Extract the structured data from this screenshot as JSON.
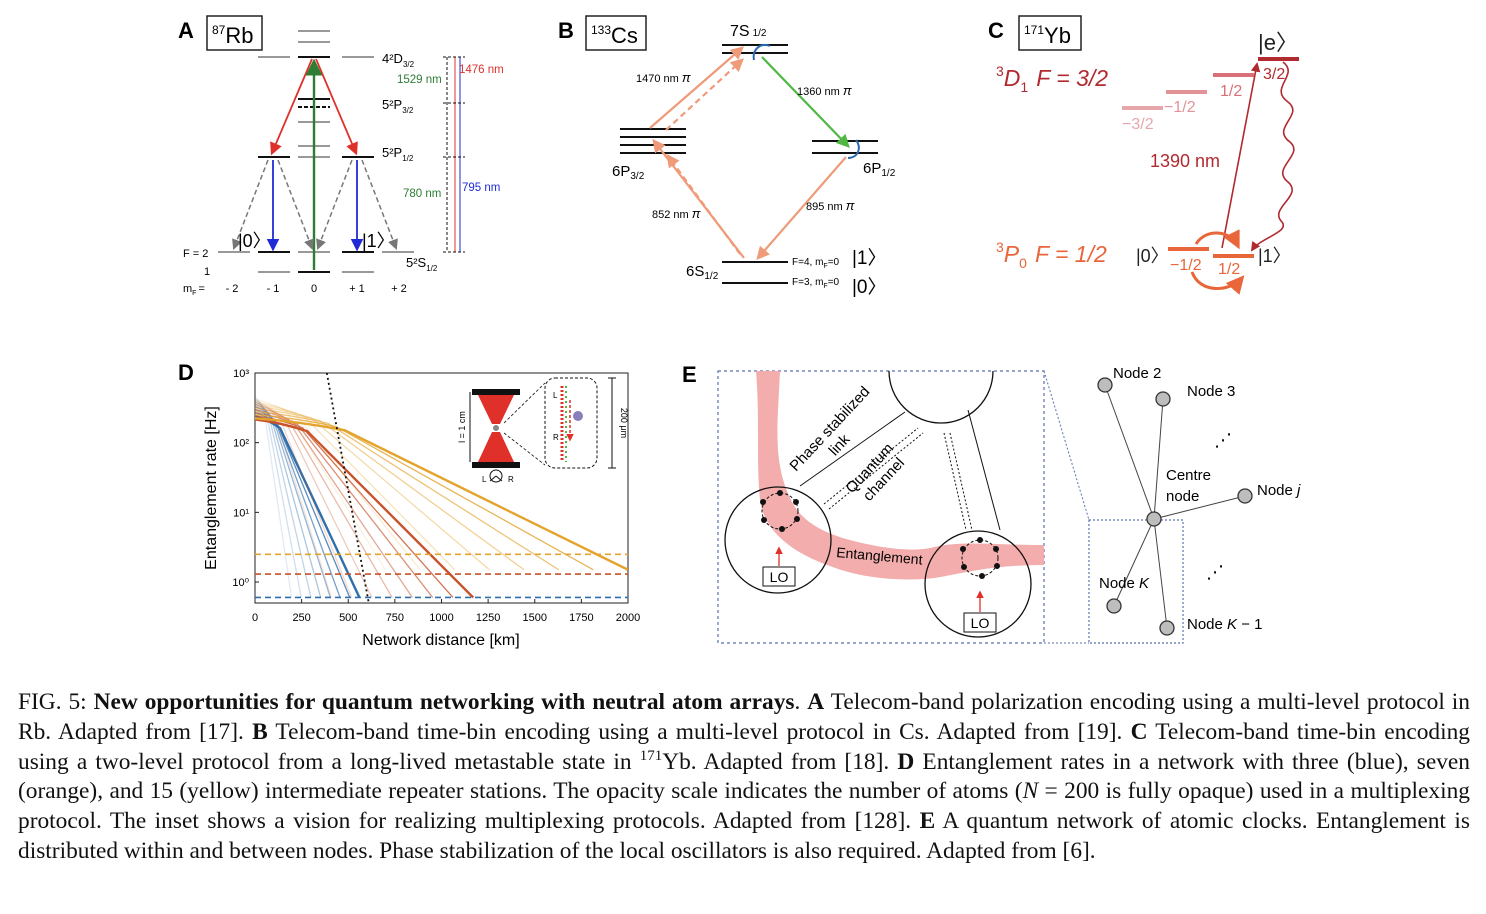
{
  "figure": {
    "panelA": {
      "letter": "A",
      "iso_mass": "87",
      "iso_symbol": "Rb",
      "label_4D": "4²D",
      "label_4D_sub": "3/2",
      "label_5P32": "5²P",
      "label_5P32_sub": "3/2",
      "label_5P12": "5²P",
      "label_5P12_sub": "1/2",
      "label_5S": "5²S",
      "label_5S_sub": "1/2",
      "wl_1529": "1529 nm",
      "wl_1476": "1476 nm",
      "wl_780": "780 nm",
      "wl_795": "795 nm",
      "ket0": "|0〉",
      "ket1": "|1〉",
      "F2": "F = 2",
      "F1": "1",
      "mF_label": "m",
      "mF_sub": "F",
      "mF_eq": "=",
      "mF_values": [
        "- 2",
        "- 1",
        "0",
        "+ 1",
        "+ 2"
      ]
    },
    "panelB": {
      "letter": "B",
      "iso_mass": "133",
      "iso_symbol": "Cs",
      "label_7S": "7S",
      "label_7S_sub": "1/2",
      "label_6P32": "6P",
      "label_6P32_sub": "3/2",
      "label_6P12": "6P",
      "label_6P12_sub": "1/2",
      "label_6S": "6S",
      "label_6S_sub": "1/2",
      "wl_1470": "1470 nm",
      "wl_1360": "1360 nm",
      "wl_852": "852 nm",
      "wl_895": "895 nm",
      "pi": "π",
      "F4": "F=4, m",
      "F4_sub": "F",
      "F4_end": "=0",
      "F3": "F=3, m",
      "F3_sub": "F",
      "F3_end": "=0",
      "ket1": "|1〉",
      "ket0": "|0〉"
    },
    "panelC": {
      "letter": "C",
      "iso_mass": "171",
      "iso_symbol": "Yb",
      "ket_e": "|e〉",
      "D1_pre": "3",
      "D1_main": "D",
      "D1_sub": "1",
      "D1_F": "F = 3/2",
      "P0_pre": "3",
      "P0_main": "P",
      "P0_sub": "0",
      "P0_F": "F = 1/2",
      "wl": "1390 nm",
      "m_m32": "−3/2",
      "m_m12": "−1/2",
      "m_12": "1/2",
      "m_32": "3/2",
      "g_m12": "−1/2",
      "g_12": "1/2",
      "ket0": "|0〉",
      "ket1": "|1〉"
    },
    "panelD": {
      "letter": "D",
      "inset_len": "l = 1 cm",
      "inset_200": "200 μm",
      "inset_L": "L",
      "inset_R": "R",
      "inset_L2": "L",
      "inset_R2": "R"
    },
    "panelE": {
      "letter": "E",
      "phase_1": "Phase stabilized",
      "phase_2": "link",
      "quantum_1": "Quantum",
      "quantum_2": "channel",
      "entanglement": "Entanglement",
      "lo": "LO",
      "node2": "Node 2",
      "node3": "Node 3",
      "centre_1": "Centre",
      "centre_2": "node",
      "nodej": "Node ",
      "nodej_it": "j",
      "nodeK": "Node ",
      "nodeK_it": "K",
      "nodeK1": "Node ",
      "nodeK1_it": "K",
      "nodeK1_end": " − 1",
      "dots": "⋰"
    }
  },
  "chart_data": {
    "type": "line",
    "title": "",
    "xlabel": "Network distance [km]",
    "ylabel": "Entanglement rate [Hz]",
    "xlim": [
      0,
      2000
    ],
    "ylog": true,
    "ylim": [
      0.5,
      1000
    ],
    "x_ticks": [
      0,
      250,
      500,
      750,
      1000,
      1250,
      1500,
      1750,
      2000
    ],
    "y_ticks": [
      "10³",
      "10²",
      "10¹",
      "10⁰"
    ],
    "y_tick_values": [
      1000,
      100,
      10,
      1
    ],
    "series": [
      {
        "color": "#2e6fad",
        "kind": "rate",
        "r0": 300,
        "end_x": 560,
        "end_y": 0.6
      },
      {
        "color": "#c8522a",
        "kind": "rate",
        "r0": 270,
        "end_x": 1170,
        "end_y": 0.6
      },
      {
        "color": "#e3a32c",
        "kind": "rate",
        "r0": 280,
        "end_x": 2000,
        "end_y": 1.5
      },
      {
        "color": "#2e6fad",
        "kind": "threshold",
        "y": 0.6
      },
      {
        "color": "#c8522a",
        "kind": "threshold",
        "y": 1.3
      },
      {
        "color": "#e3a32c",
        "kind": "threshold",
        "y": 2.5
      },
      {
        "color": "#111111",
        "kind": "bound",
        "points": [
          [
            385,
            1000
          ],
          [
            610,
            0.5
          ]
        ]
      }
    ]
  },
  "caption": {
    "fig": "FIG. 5: ",
    "title": "New opportunities for quantum networking with neutral atom arrays",
    "p_dot1": ". ",
    "A": "A",
    "A_text": " Telecom-band polarization encoding using a multi-level protocol in Rb. Adapted from [17]. ",
    "B": "B",
    "B_text": " Telecom-band time-bin encoding using a multi-level protocol in Cs. Adapted from [19]. ",
    "C": "C",
    "C_text": " Telecom-band time-bin encoding using a two-level protocol from a long-lived metastable state in ",
    "C_sup": "171",
    "C_end": "Yb. Adapted from [18]. ",
    "D": "D",
    "D_text": " Entanglement rates in a network with three (blue), seven (orange), and 15 (yellow) intermediate repeater stations. The opacity scale indicates the number of atoms (",
    "D_N": "N",
    "D_eq": " = 200 is fully opaque) used in a multiplexing protocol. The inset shows a vision for realizing multiplexing protocols. Adapted from [128]. ",
    "E": "E",
    "E_text": " A quantum network of atomic clocks. Entanglement is distributed within and between nodes. Phase stabilization of the local oscillators is also required. Adapted from [6]."
  }
}
